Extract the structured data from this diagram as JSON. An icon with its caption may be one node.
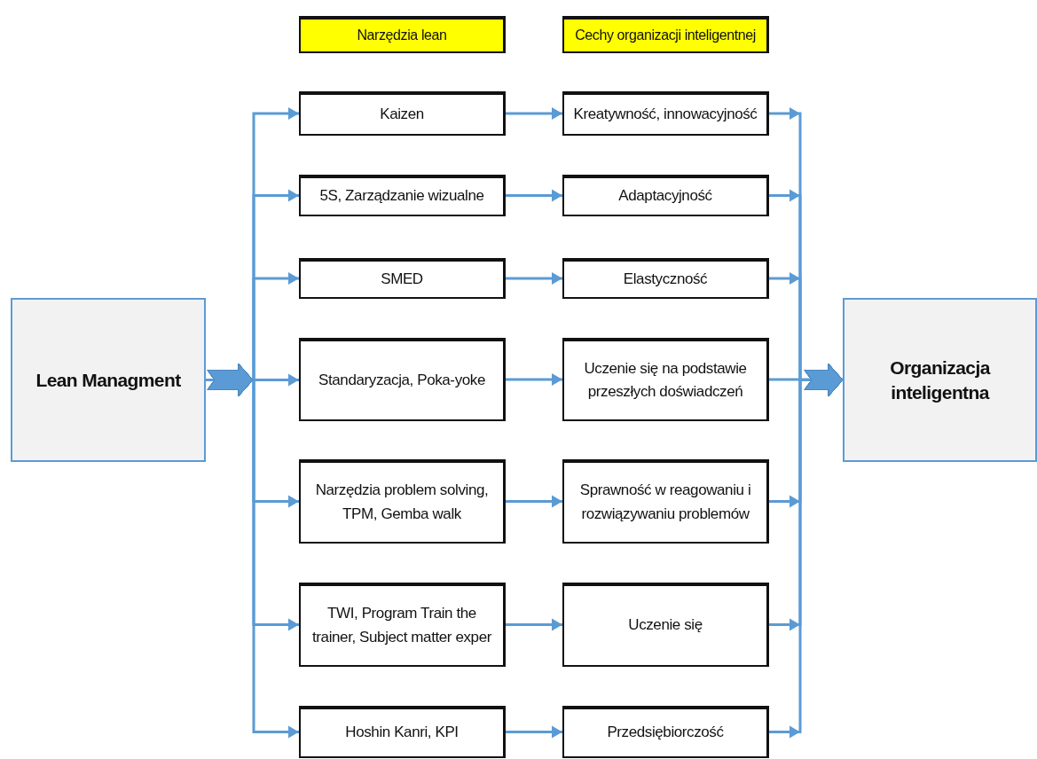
{
  "diagram": {
    "nodes": [
      {
        "text": [
          "Narzędzia lean"
        ]
      },
      {
        "text": [
          "Cechy organizacji inteligentnej"
        ]
      },
      {
        "text": [
          "Lean Managment"
        ]
      },
      {
        "text": [
          "Kaizen"
        ]
      },
      {
        "text": [
          "Kreatywność, innowacyjność"
        ]
      },
      {
        "text": [
          "5S, Zarządzanie wizualne"
        ]
      },
      {
        "text": [
          "Adaptacyjność"
        ]
      },
      {
        "text": [
          "SMED"
        ]
      },
      {
        "text": [
          "Elastyczność"
        ]
      },
      {
        "text": [
          "Standaryzacja, Poka-yoke"
        ]
      },
      {
        "text": [
          "Uczenie się na podstawie przeszłych doświadczeń"
        ]
      },
      {
        "text": [
          "Narzędzia problem solving, TPM, Gemba walk"
        ]
      },
      {
        "text": [
          "Sprawność w reagowaniu i rozwiązywaniu problemów"
        ]
      },
      {
        "text": [
          "TWI, Program Train the trainer, Subject matter exper"
        ]
      },
      {
        "text": [
          "Uczenie się"
        ]
      },
      {
        "text": [
          "Hoshin Kanri, KPI"
        ]
      },
      {
        "text": [
          "Przedsiębiorczość"
        ]
      },
      {
        "text": [
          "Organizacja inteligentna"
        ]
      }
    ],
    "edges": [
      {
        "from": 2,
        "to": 3,
        "arrow": "to"
      },
      {
        "from": 2,
        "to": 5,
        "arrow": "to"
      },
      {
        "from": 2,
        "to": 7,
        "arrow": "to"
      },
      {
        "from": 2,
        "to": 9,
        "arrow": "to"
      },
      {
        "from": 2,
        "to": 11,
        "arrow": "to"
      },
      {
        "from": 2,
        "to": 13,
        "arrow": "to"
      },
      {
        "from": 2,
        "to": 15,
        "arrow": "to"
      },
      {
        "from": 3,
        "to": 4,
        "arrow": "to"
      },
      {
        "from": 5,
        "to": 6,
        "arrow": "to"
      },
      {
        "from": 7,
        "to": 8,
        "arrow": "to"
      },
      {
        "from": 9,
        "to": 10,
        "arrow": "to"
      },
      {
        "from": 11,
        "to": 12,
        "arrow": "to"
      },
      {
        "from": 13,
        "to": 14,
        "arrow": "to"
      },
      {
        "from": 15,
        "to": 16,
        "arrow": "to"
      },
      {
        "from": 4,
        "to": 17,
        "arrow": "to"
      },
      {
        "from": 6,
        "to": 17,
        "arrow": "to"
      },
      {
        "from": 8,
        "to": 17,
        "arrow": "to"
      },
      {
        "from": 10,
        "to": 17,
        "arrow": "to"
      },
      {
        "from": 12,
        "to": 17,
        "arrow": "to"
      },
      {
        "from": 14,
        "to": 17,
        "arrow": "to"
      },
      {
        "from": 16,
        "to": 17,
        "arrow": "to"
      }
    ]
  }
}
